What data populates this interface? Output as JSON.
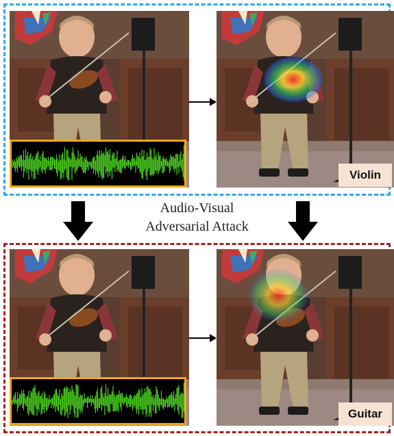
{
  "caption": {
    "line1": "Audio-Visual",
    "line2": "Adversarial Attack"
  },
  "labels": {
    "top": "Violin",
    "bottom": "Guitar"
  },
  "colors": {
    "clean_box": "#2ea8e6",
    "attack_box": "#a32020",
    "waveform_border": "#f0a81c",
    "waveform": "#4cd620"
  }
}
